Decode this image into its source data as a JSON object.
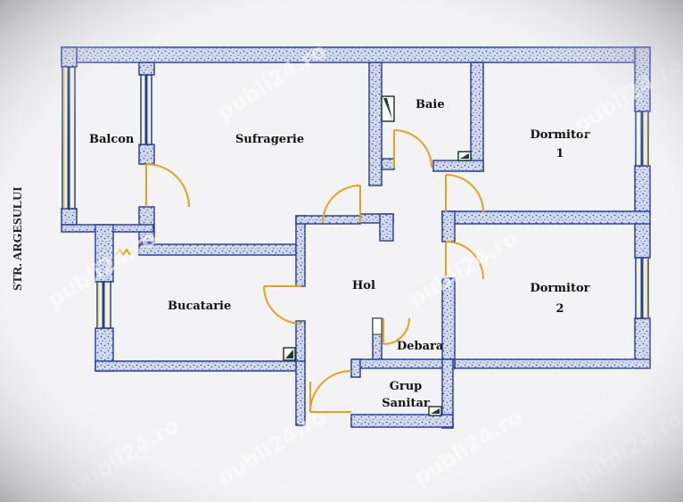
{
  "street_label": "STR. ARGESULUI",
  "rooms": {
    "balcon": "Balcon",
    "sufragerie": "Sufragerie",
    "baie": "Baie",
    "dormitor1_name": "Dormitor",
    "dormitor1_num": "1",
    "hol": "Hol",
    "bucatarie": "Bucatarie",
    "dormitor2_name": "Dormitor",
    "dormitor2_num": "2",
    "debara": "Debara",
    "grup_line1": "Grup",
    "grup_line2": "Sanitar"
  },
  "watermark": "publi24.ro",
  "colors": {
    "wall_fill": "#cfd8ee",
    "wall_stroke": "#2d3fa6",
    "door": "#e2a21c",
    "window": "#1d3fa0",
    "window_frame": "#d8c21b",
    "background": "#e9e9ec"
  }
}
